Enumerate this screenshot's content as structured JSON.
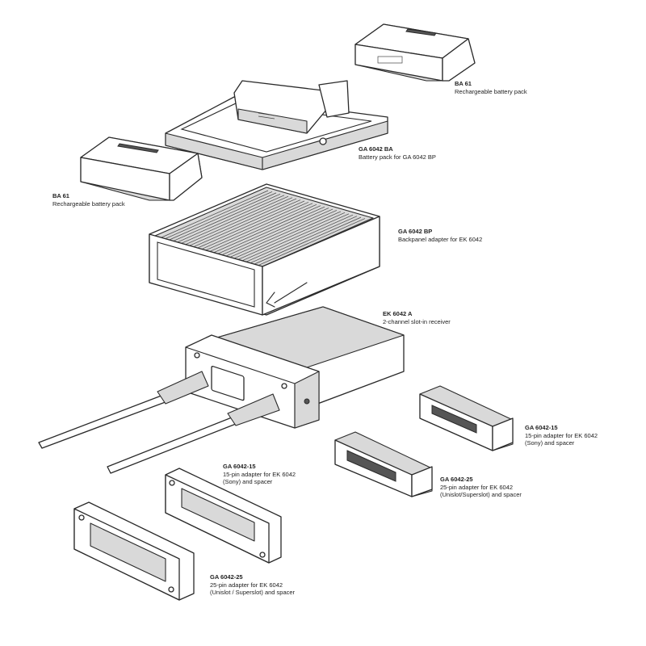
{
  "labels": {
    "ba61_top": {
      "code": "BA 61",
      "desc": [
        "Rechargeable battery pack"
      ]
    },
    "ga6042ba": {
      "code": "GA 6042 BA",
      "desc": [
        "Battery pack for GA 6042 BP"
      ]
    },
    "ba61_left": {
      "code": "BA 61",
      "desc": [
        "Rechargeable battery pack"
      ]
    },
    "ga6042bp": {
      "code": "GA 6042 BP",
      "desc": [
        "Backpanel adapter for EK 6042"
      ]
    },
    "ek6042a": {
      "code": "EK 6042 A",
      "desc": [
        "2-channel slot-in receiver"
      ]
    },
    "ga6042_15_right": {
      "code": "GA 6042-15",
      "desc": [
        "15-pin adapter for EK 6042",
        "(Sony) and spacer"
      ]
    },
    "ga6042_25_mid": {
      "code": "GA 6042-25",
      "desc": [
        "25-pin adapter for EK 6042",
        "(Unislot/Superslot) and spacer"
      ]
    },
    "ga6042_15_left": {
      "code": "GA 6042-15",
      "desc": [
        "15-pin adapter for EK 6042",
        "(Sony) and spacer"
      ]
    },
    "ga6042_25_bottom": {
      "code": "GA 6042-25",
      "desc": [
        "25-pin adapter for EK 6042",
        "(Unislot / Superslot) and spacer"
      ]
    }
  }
}
